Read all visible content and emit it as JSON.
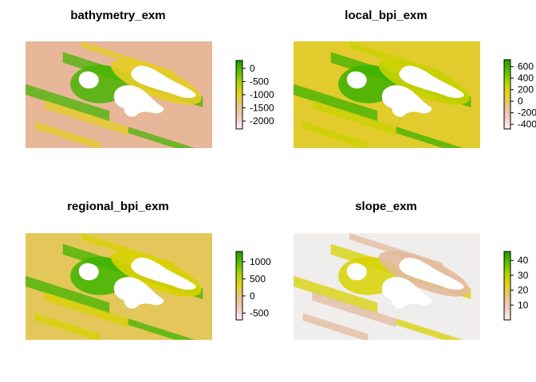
{
  "chart_data": [
    {
      "type": "heatmap",
      "title": "bathymetry_exm",
      "legend_ticks": [
        0,
        -500,
        -1000,
        -1500,
        -2000
      ],
      "legend_range": [
        -2300,
        300
      ],
      "colors": [
        "#1e9a00",
        "#5cc000",
        "#b4d400",
        "#e6d21e",
        "#ebc68a",
        "#f2cbbf",
        "#fff0f0"
      ],
      "background": "#e8b79a",
      "mid_color": "#e6cc22",
      "high_color": "#48b400"
    },
    {
      "type": "heatmap",
      "title": "local_bpi_exm",
      "legend_ticks": [
        600,
        400,
        200,
        0,
        -200,
        -400
      ],
      "legend_range": [
        -480,
        720
      ],
      "colors": [
        "#1e9a00",
        "#5cc000",
        "#b4d400",
        "#e6d21e",
        "#ebc68a",
        "#f2cbbf",
        "#fff0f0"
      ],
      "background": "#e2cb2c",
      "mid_color": "#c8d200",
      "high_color": "#3cb200"
    },
    {
      "type": "heatmap",
      "title": "regional_bpi_exm",
      "legend_ticks": [
        1000,
        500,
        0,
        -500
      ],
      "legend_range": [
        -700,
        1300
      ],
      "colors": [
        "#1e9a00",
        "#5cc000",
        "#b4d400",
        "#e6d21e",
        "#ebc68a",
        "#f2cbbf",
        "#fff0f0"
      ],
      "background": "#e4c75a",
      "mid_color": "#d7d200",
      "high_color": "#40b400"
    },
    {
      "type": "heatmap",
      "title": "slope_exm",
      "legend_ticks": [
        40,
        30,
        20,
        10
      ],
      "legend_range": [
        0,
        46
      ],
      "colors": [
        "#1e9a00",
        "#5cc000",
        "#b4d400",
        "#e6d21e",
        "#ebc68a",
        "#f2cbbf",
        "#fff0f0"
      ],
      "background": "#f0eded",
      "mid_color": "#e3b99a",
      "high_color": "#d7d200"
    }
  ]
}
